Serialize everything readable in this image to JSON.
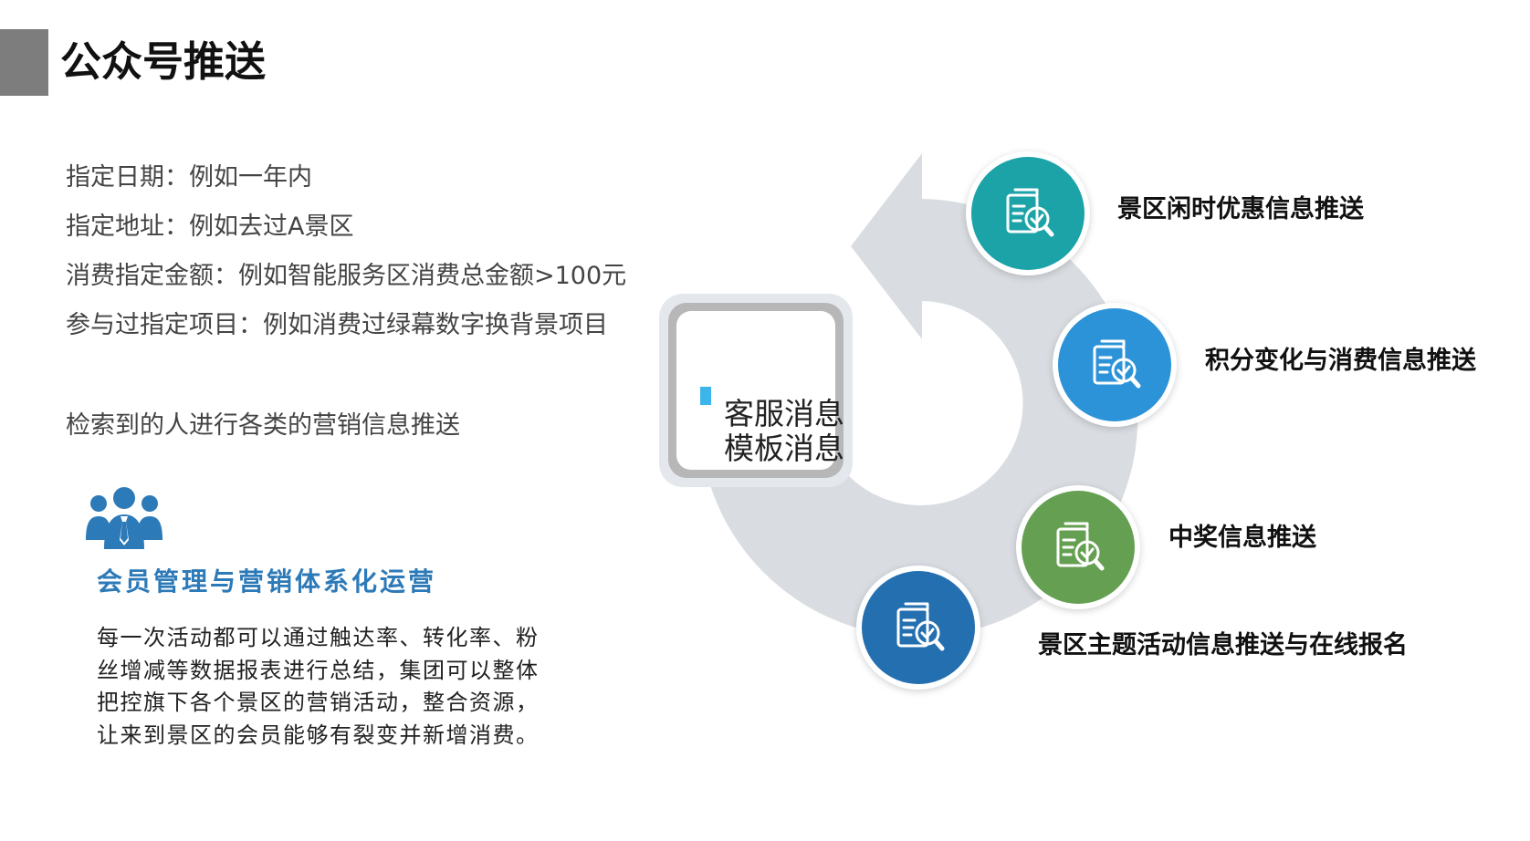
{
  "header": {
    "title": "公众号推送"
  },
  "criteria": [
    "指定日期：例如一年内",
    "指定地址：例如去过A景区",
    "消费指定金额：例如智能服务区消费总金额>100元",
    "参与过指定项目：例如消费过绿幕数字换背景项目"
  ],
  "summary": "检索到的人进行各类的营销信息推送",
  "members": {
    "icon": "team-people-icon",
    "heading": "会员管理与营销体系化运营",
    "body": "每一次活动都可以通过触达率、转化率、粉丝增减等数据报表进行总结，集团可以整体把控旗下各个景区的营销活动，整合资源，让来到景区的会员能够有裂变并新增消费。"
  },
  "center": {
    "line1": "客服消息",
    "line2": "模板消息"
  },
  "nodes": [
    {
      "label": "景区闲时优惠信息推送",
      "color": "#1ba3a8",
      "icon": "document-check-icon"
    },
    {
      "label": "积分变化与消费信息推送",
      "color": "#2d93d9",
      "icon": "document-check-icon"
    },
    {
      "label": "中奖信息推送",
      "color": "#65a052",
      "icon": "document-check-icon"
    },
    {
      "label": "景区主题活动信息推送与在线报名",
      "color": "#246fb0",
      "icon": "document-check-icon"
    }
  ],
  "colors": {
    "accent_blue": "#2d7ab8",
    "cycle_gray": "#d9dde2",
    "title_bar": "#7d7d7d"
  }
}
